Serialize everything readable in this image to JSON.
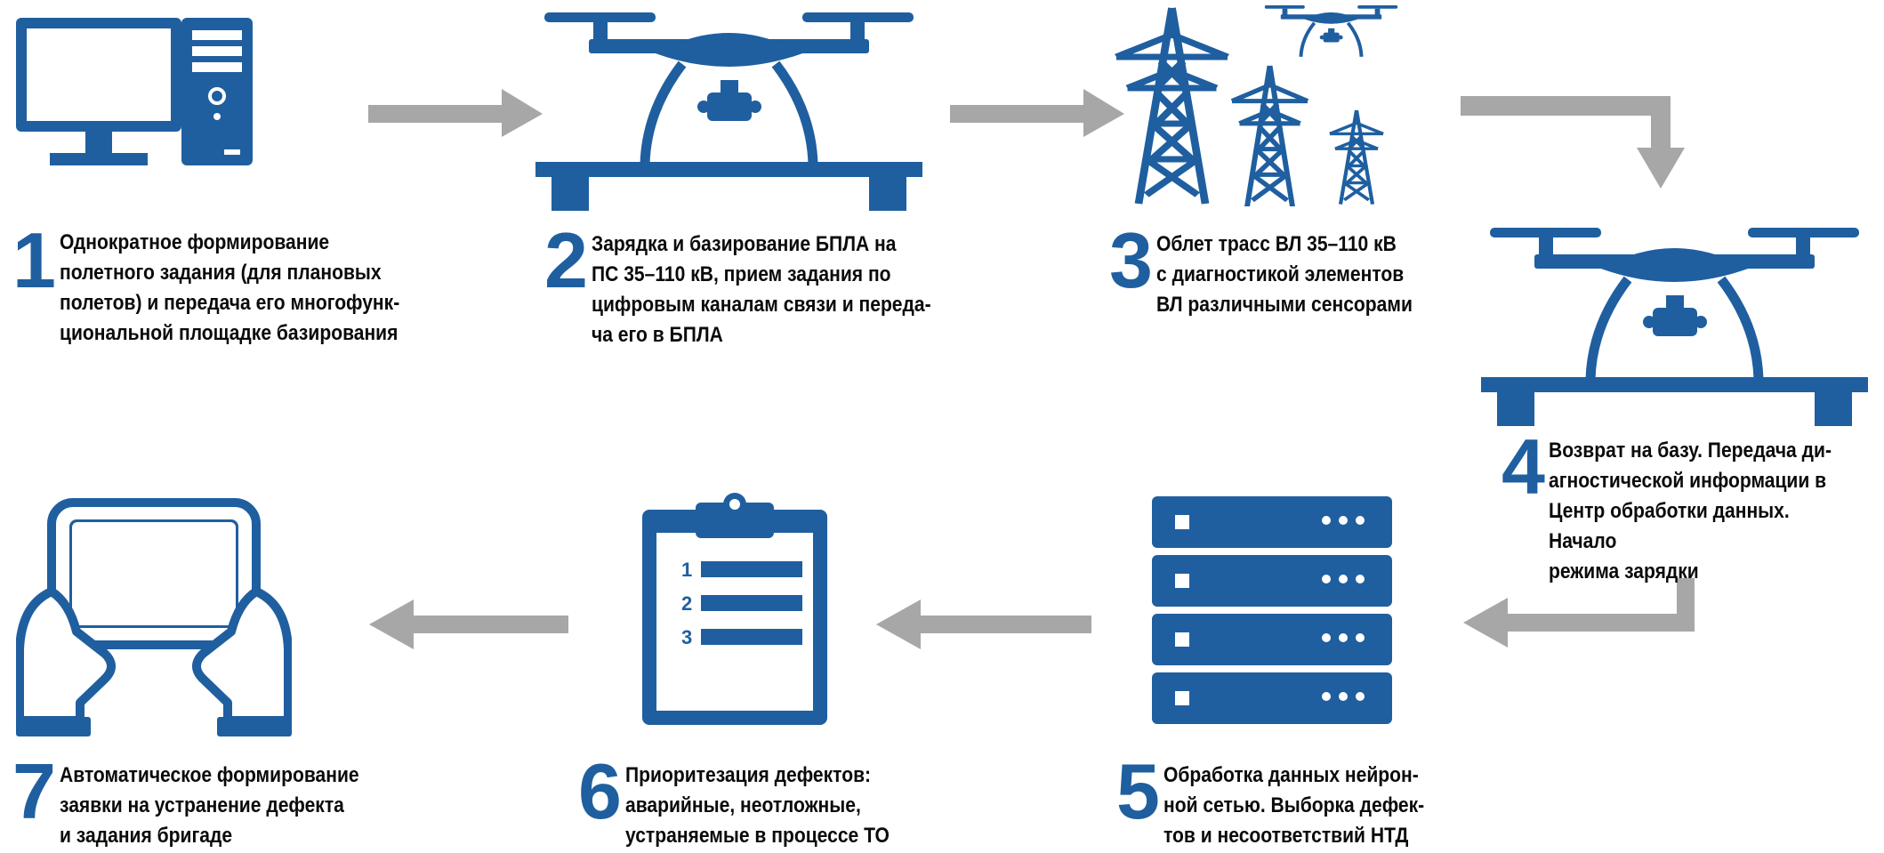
{
  "colors": {
    "icon": "#1f5fa0",
    "arrow": "#a7a7a7",
    "number": "#1f5fa0",
    "text": "#0b0b0b"
  },
  "steps": [
    {
      "num": "1",
      "text": "Однократное формирование\nполетного задания (для плановых\nполетов) и передача его многофунк-\nциональной площадке базирования",
      "icon": "computer-icon"
    },
    {
      "num": "2",
      "text": "Зарядка и базирование БПЛА на\nПС 35–110 кВ, прием задания по\nцифровым каналам связи и переда-\nча его в БПЛА",
      "icon": "drone-on-platform-icon"
    },
    {
      "num": "3",
      "text": "Облет трасс ВЛ 35–110 кВ\nс диагностикой элементов\nВЛ различными сенсорами",
      "icon": "power-line-drone-icon"
    },
    {
      "num": "4",
      "text": "Возврат на базу. Передача ди-\nагностической информации в\nЦентр обработки данных. Начало\nрежима зарядки",
      "icon": "drone-on-platform-icon"
    },
    {
      "num": "5",
      "text": "Обработка данных нейрон-\nной сетью. Выборка дефек-\nтов и несоответствий НТД",
      "icon": "server-icon"
    },
    {
      "num": "6",
      "text": "Приоритезация дефектов:\nаварийные, неотложные,\nустраняемые в процессе ТО",
      "icon": "clipboard-icon"
    },
    {
      "num": "7",
      "text": "Автоматическое формирование\nзаявки на устранение дефекта\nи задания бригаде",
      "icon": "tablet-icon"
    }
  ],
  "clipboard_items": [
    "1",
    "2",
    "3"
  ]
}
